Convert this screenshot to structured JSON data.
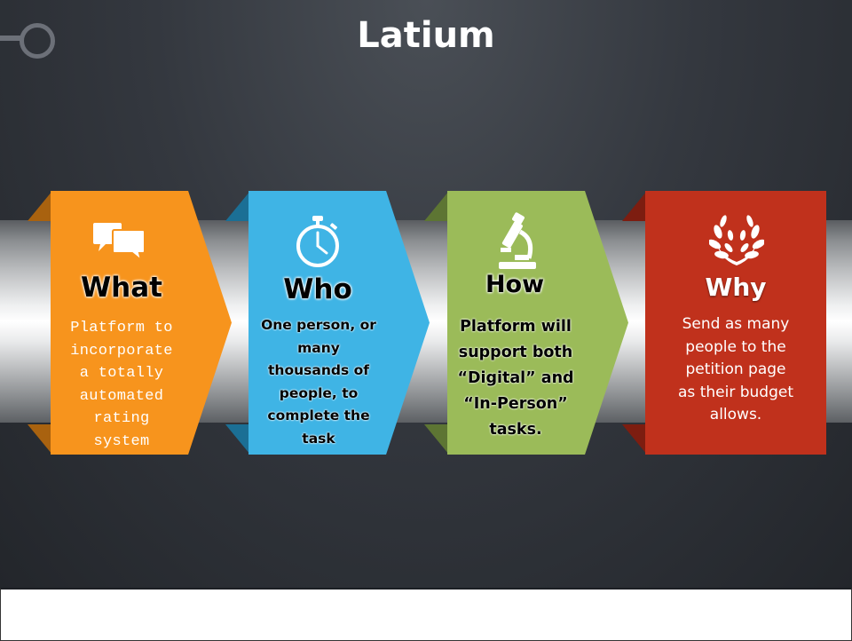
{
  "title": "Latium",
  "colors": {
    "what": "#f7941d",
    "who": "#3fb4e5",
    "how": "#9bbb59",
    "why": "#c0311c"
  },
  "cards": [
    {
      "heading": "What",
      "icon": "speech-bubbles-icon",
      "text": "Platform to\nincorporate\na totally\nautomated\nrating\nsystem"
    },
    {
      "heading": "Who",
      "icon": "stopwatch-icon",
      "text": "One person, or\nmany\nthousands of\npeople, to\ncomplete the\ntask"
    },
    {
      "heading": "How",
      "icon": "microscope-icon",
      "text": "Platform will\nsupport both\n“Digital” and\n“In-Person”\ntasks."
    },
    {
      "heading": "Why",
      "icon": "laurel-wreath-icon",
      "text": "Send as many\npeople to the\npetition page\nas their budget\nallows."
    }
  ]
}
